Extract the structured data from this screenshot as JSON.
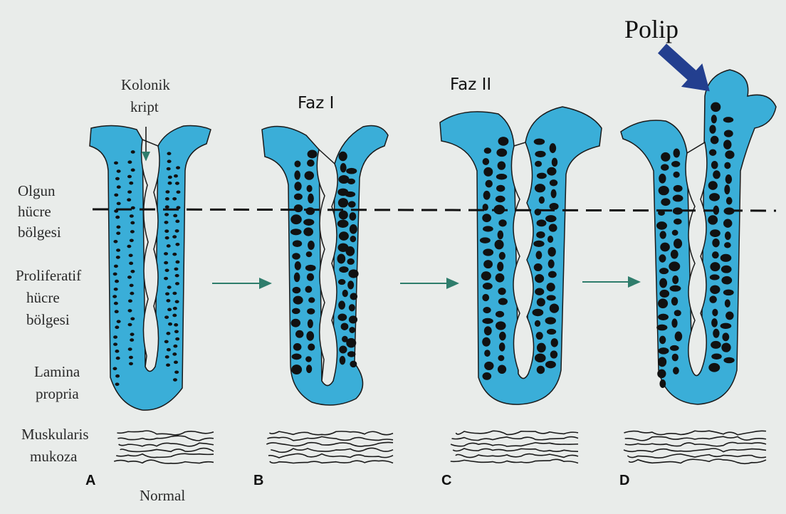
{
  "colors": {
    "background": "#e9ecea",
    "crypt_fill": "#3aaed8",
    "nuclei": "#111111",
    "progress_arrow": "#2f7d6c",
    "polip_arrow": "#233f8f"
  },
  "left_labels": {
    "olgun": [
      "Olgun",
      "hücre",
      "bölgesi"
    ],
    "proliferatif": [
      "Proliferatif",
      "hücre",
      "bölgesi"
    ],
    "lamina": [
      "Lamina",
      "propria"
    ],
    "muskularis": [
      "Muskularis",
      "mukoza"
    ]
  },
  "crypt_label": [
    "Kolonik",
    "kript"
  ],
  "phase_labels": {
    "faz1": "Faz I",
    "faz2": "Faz II",
    "polip": "Polip"
  },
  "panels": [
    {
      "letter": "A",
      "caption": "Normal"
    },
    {
      "letter": "B",
      "caption": ""
    },
    {
      "letter": "C",
      "caption": ""
    },
    {
      "letter": "D",
      "caption": ""
    }
  ]
}
